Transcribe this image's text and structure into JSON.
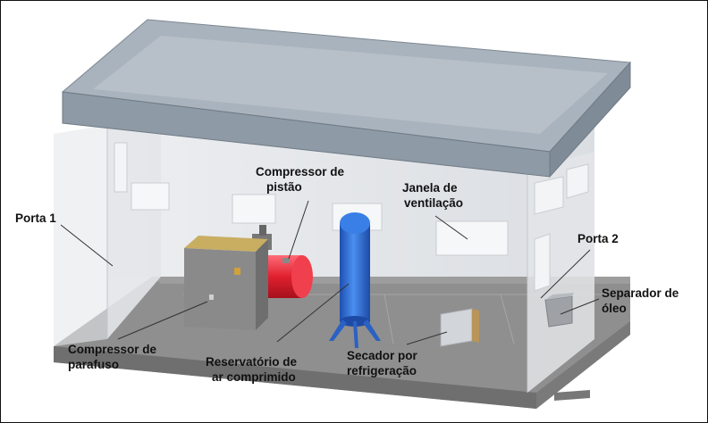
{
  "labels": {
    "porta1": "Porta 1",
    "porta2": "Porta 2",
    "compressor_pistao": [
      "Compressor de",
      "pistão"
    ],
    "janela": [
      "Janela de",
      "ventilação"
    ],
    "separador": [
      "Separador de",
      "óleo"
    ],
    "compressor_parafuso": [
      "Compressor de",
      "parafuso"
    ],
    "reservatorio": [
      "Reservatório de",
      "ar comprimido"
    ],
    "secador": [
      "Secador por",
      "refrigeração"
    ]
  },
  "colors": {
    "roof_top": "#a9b3bd",
    "roof_side": "#8e9aa6",
    "floor": "#8f8f8f",
    "floor_edge": "#6e6e6e",
    "wall": "#dcdfe3",
    "reservoir": "#2f6fd6",
    "piston": "#e8283a",
    "cabinet": "#b39a55"
  }
}
